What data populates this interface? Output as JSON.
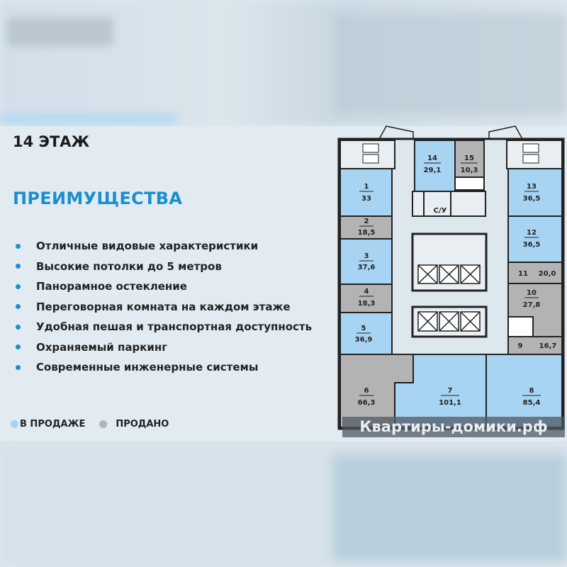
{
  "floor_title": "14 ЭТАЖ",
  "advantages_title": "ПРЕИМУЩЕСТВА",
  "advantages": [
    "Отличные видовые характеристики",
    "Высокие потолки до 5 метров",
    "Панорамное остекление",
    "Переговорная комната на каждом этаже",
    "Удобная пешая и транспортная доступность",
    "Охраняемый паркинг",
    "Современные инженерные системы"
  ],
  "legend": {
    "for_sale": "В ПРОДАЖЕ",
    "sold": "ПРОДАНО"
  },
  "colors": {
    "for_sale": "#a6d4f2",
    "sold": "#b3b3b3",
    "accent": "#1a8fd0"
  },
  "rooms": [
    {
      "n": "1",
      "area": "33",
      "status": "for_sale"
    },
    {
      "n": "2",
      "area": "18,5",
      "status": "sold"
    },
    {
      "n": "3",
      "area": "37,6",
      "status": "for_sale"
    },
    {
      "n": "4",
      "area": "18,3",
      "status": "sold"
    },
    {
      "n": "5",
      "area": "36,9",
      "status": "for_sale"
    },
    {
      "n": "6",
      "area": "66,3",
      "status": "sold"
    },
    {
      "n": "7",
      "area": "101,1",
      "status": "for_sale"
    },
    {
      "n": "8",
      "area": "85,4",
      "status": "for_sale"
    },
    {
      "n": "9",
      "area": "16,7",
      "status": "sold"
    },
    {
      "n": "10",
      "area": "27,8",
      "status": "sold"
    },
    {
      "n": "11",
      "area": "20,0",
      "status": "sold"
    },
    {
      "n": "12",
      "area": "36,5",
      "status": "for_sale"
    },
    {
      "n": "13",
      "area": "36,5",
      "status": "for_sale"
    },
    {
      "n": "14",
      "area": "29,1",
      "status": "for_sale"
    },
    {
      "n": "15",
      "area": "10,3",
      "status": "sold"
    }
  ],
  "wc_label": "С/У",
  "watermark": "Квартиры-домики.рф"
}
